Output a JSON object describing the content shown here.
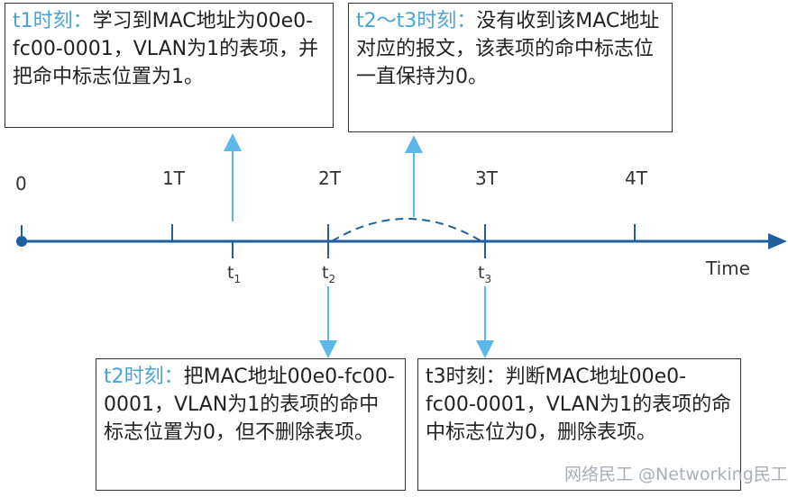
{
  "boxes": {
    "t1": {
      "label": "t1时刻：",
      "text": "学习到MAC地址为00e0-fc00-0001，VLAN为1的表项，并把命中标志位置为1。"
    },
    "t2_t3": {
      "label": "t2～t3时刻：",
      "text": "没有收到该MAC地址对应的报文，该表项的命中标志位一直保持为0。"
    },
    "t2": {
      "label": "t2时刻：",
      "text": "把MAC地址00e0-fc00-0001，VLAN为1的表项的命中标志位置为0，但不删除表项。"
    },
    "t3": {
      "label": "t3时刻：",
      "text": "判断MAC地址00e0-fc00-0001，VLAN为1的表项的命中标志位为0，删除表项。"
    }
  },
  "timeline": {
    "ticks": [
      "0",
      "1T",
      "2T",
      "3T",
      "4T"
    ],
    "events": [
      {
        "base": "t",
        "sub": "1"
      },
      {
        "base": "t",
        "sub": "2"
      },
      {
        "base": "t",
        "sub": "3"
      }
    ],
    "axis_label": "Time"
  },
  "watermark": "网络民工 @Networking民工",
  "colors": {
    "line": "#1f5f9e",
    "arrow": "#5bb8e8",
    "label": "#4aa3d9"
  }
}
